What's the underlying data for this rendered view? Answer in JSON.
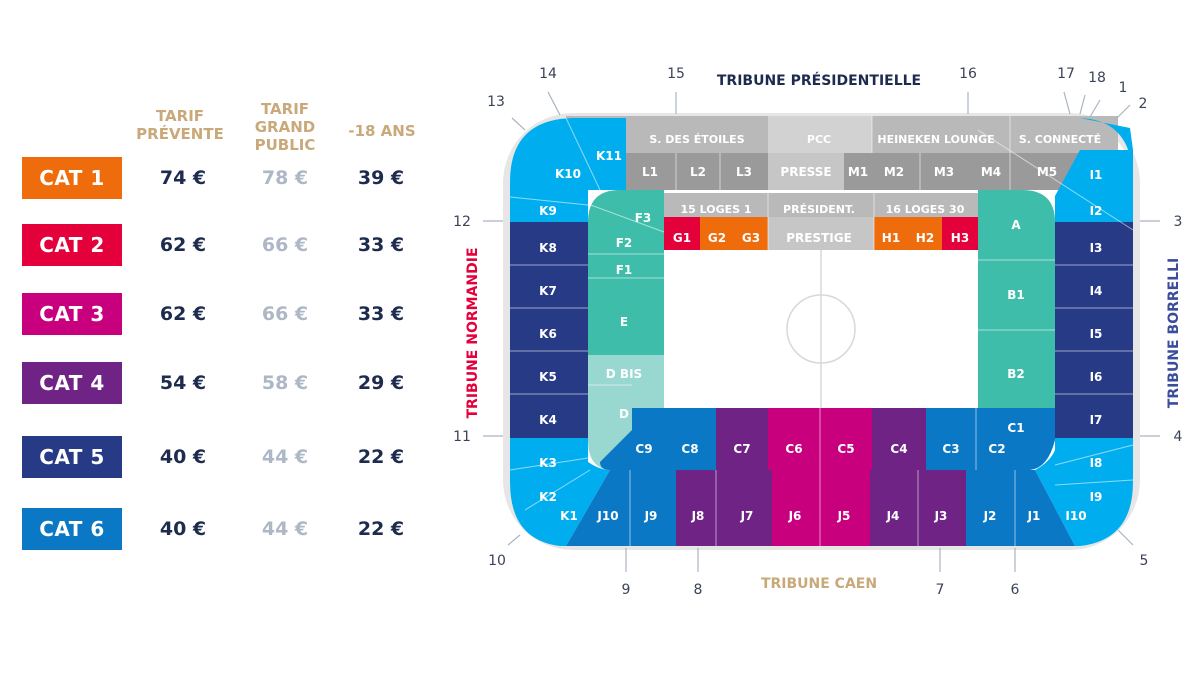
{
  "pricing": {
    "headers": {
      "presale": [
        "TARIF",
        "PRÉVENTE"
      ],
      "public": [
        "TARIF",
        "GRAND",
        "PUBLIC"
      ],
      "under18": [
        "-18 ANS"
      ]
    },
    "rows": [
      {
        "cat": "CAT 1",
        "color": "#ef6c0d",
        "presale": "74 €",
        "public": "78 €",
        "under18": "39 €"
      },
      {
        "cat": "CAT 2",
        "color": "#e4003b",
        "presale": "62 €",
        "public": "66 €",
        "under18": "33 €"
      },
      {
        "cat": "CAT 3",
        "color": "#c8007e",
        "presale": "62 €",
        "public": "66 €",
        "under18": "33 €"
      },
      {
        "cat": "CAT 4",
        "color": "#6f2385",
        "presale": "54 €",
        "public": "58 €",
        "under18": "29 €"
      },
      {
        "cat": "CAT 5",
        "color": "#263a86",
        "presale": "40 €",
        "public": "44 €",
        "under18": "22 €"
      },
      {
        "cat": "CAT 6",
        "color": "#0a78c4",
        "presale": "40 €",
        "public": "44 €",
        "under18": "22 €"
      }
    ]
  },
  "stands": {
    "presidentielle": "TRIBUNE PRÉSIDENTIELLE",
    "normandie": "TRIBUNE NORMANDIE",
    "borrelli": "TRIBUNE BORRELLI",
    "caen": "TRIBUNE CAEN"
  },
  "gates": [
    "1",
    "2",
    "3",
    "4",
    "5",
    "6",
    "7",
    "8",
    "9",
    "10",
    "11",
    "12",
    "13",
    "14",
    "15",
    "16",
    "17",
    "18"
  ],
  "sections": {
    "top": [
      "S. DES ÉTOILES",
      "PCC",
      "HEINEKEN LOUNGE",
      "S. CONNECTÉ"
    ],
    "top2": [
      "L1",
      "L2",
      "L3",
      "PRESSE",
      "M1",
      "M2",
      "M3",
      "M4",
      "M5"
    ],
    "loges": [
      "15 LOGES 1",
      "PRÉSIDENT.",
      "16 LOGES 30"
    ],
    "low": [
      "G1",
      "G2",
      "G3",
      "PRESTIGE",
      "H1",
      "H2",
      "H3"
    ],
    "k": [
      "K11",
      "K10",
      "K9",
      "K8",
      "K7",
      "K6",
      "K5",
      "K4",
      "K3",
      "K2",
      "K1"
    ],
    "f": [
      "F3",
      "F2",
      "F1",
      "E",
      "D BIS",
      "D"
    ],
    "i": [
      "I1",
      "I2",
      "I3",
      "I4",
      "I5",
      "I6",
      "I7",
      "I8",
      "I9",
      "I10"
    ],
    "ab": [
      "A",
      "B1",
      "B2",
      "C1"
    ],
    "c": [
      "C9",
      "C8",
      "C7",
      "C6",
      "C5",
      "C4",
      "C3",
      "C2"
    ],
    "j": [
      "J10",
      "J9",
      "J8",
      "J7",
      "J6",
      "J5",
      "J4",
      "J3",
      "J2",
      "J1"
    ]
  },
  "colors": {
    "cat1": "#ef6c0d",
    "cat2": "#e4003b",
    "cat3": "#c8007e",
    "cat4": "#6f2385",
    "cat5": "#263a86",
    "cat6": "#0a78c4",
    "light_blue": "#00aeef",
    "teal": "#3dbdaa",
    "light_teal": "#99d8d0",
    "grey": "#b9b9b9",
    "dark_grey": "#9a9a9a",
    "gold": "#c9a97a",
    "navy_text": "#1d2b4f"
  },
  "icons": [
    "pitch-center-circle-icon"
  ]
}
